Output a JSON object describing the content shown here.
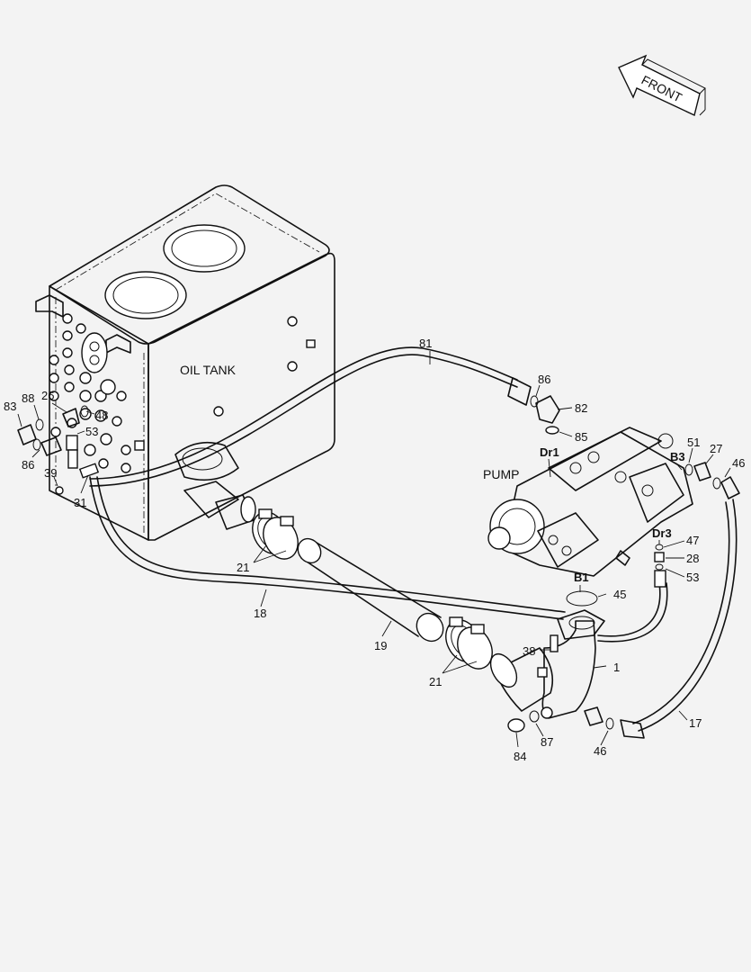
{
  "title_labels": {
    "oil_tank": "OIL TANK",
    "pump": "PUMP",
    "front": "FRONT"
  },
  "port_labels": [
    "Dr1",
    "B3",
    "Dr3",
    "B1"
  ],
  "part_callouts": [
    "83",
    "88",
    "26",
    "48",
    "53",
    "86",
    "39",
    "31",
    "21",
    "18",
    "19",
    "21",
    "81",
    "86",
    "82",
    "85",
    "51",
    "27",
    "46",
    "47",
    "28",
    "53",
    "45",
    "38",
    "1",
    "84",
    "87",
    "46",
    "17"
  ]
}
